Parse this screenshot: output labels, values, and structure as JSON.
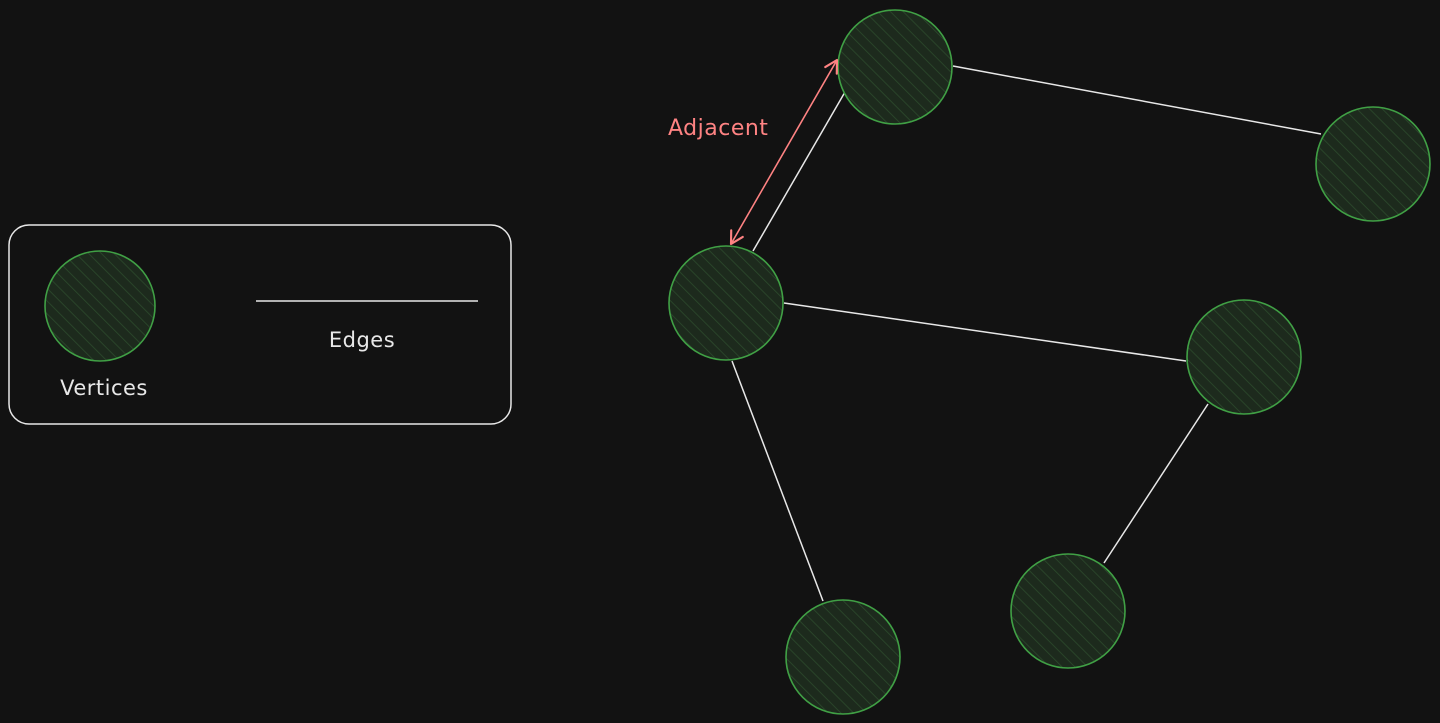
{
  "colors": {
    "background": "#121212",
    "vertex_stroke": "#40a045",
    "vertex_fill": "#1d2a1d",
    "vertex_hatch": "#2c4a2c",
    "edge": "#e8e8e8",
    "accent": "#ff8383",
    "legend_border": "#e8e8e8"
  },
  "legend": {
    "vertex_label": "Vertices",
    "edge_label": "Edges"
  },
  "annotation": {
    "label": "Adjacent"
  }
}
